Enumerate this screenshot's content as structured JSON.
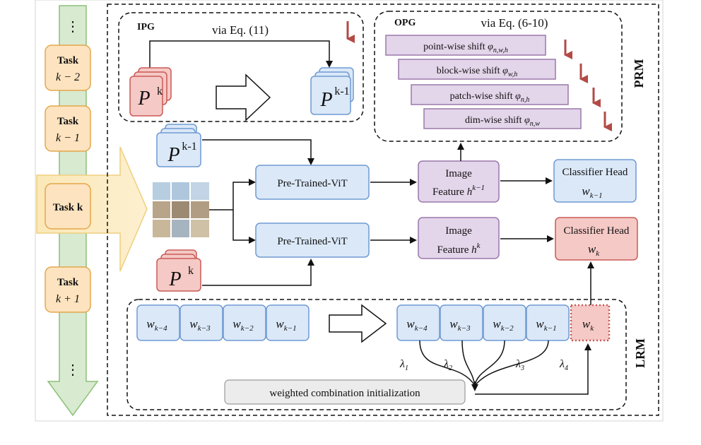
{
  "tasks": {
    "top_ellipsis": "⋮",
    "bottom_ellipsis": "⋮",
    "items": [
      {
        "line1": "Task",
        "line2": "k − 2"
      },
      {
        "line1": "Task",
        "line2": "k − 1"
      },
      {
        "line1": "Task k",
        "line2": ""
      },
      {
        "line1": "Task",
        "line2": "k + 1"
      }
    ]
  },
  "prm": {
    "label": "PRM",
    "ipg": {
      "label": "IPG",
      "via": "via Eq. (11)",
      "prompt_new": "P",
      "prompt_new_sup": "k",
      "prompt_old": "P",
      "prompt_old_sup": "k-1"
    },
    "opg": {
      "label": "OPG",
      "via": "via Eq. (6-10)",
      "shifts": [
        {
          "text": "point-wise shift ",
          "sym": "φ",
          "sub": "n,w,h"
        },
        {
          "text": "block-wise shift ",
          "sym": "φ",
          "sub": "w,h"
        },
        {
          "text": "patch-wise shift ",
          "sym": "φ",
          "sub": "n,h"
        },
        {
          "text": "dim-wise shift ",
          "sym": "φ",
          "sub": "n,w"
        }
      ]
    }
  },
  "middle": {
    "prompt_old": "P",
    "prompt_old_sup": "k-1",
    "prompt_new": "P",
    "prompt_new_sup": "k",
    "vit_top": "Pre-Trained-ViT",
    "vit_bottom": "Pre-Trained-ViT",
    "feat_top": {
      "line1": "Image",
      "line2": "Feature ",
      "sym": "h",
      "sup": "k−1"
    },
    "feat_bottom": {
      "line1": "Image",
      "line2": "Feature ",
      "sym": "h",
      "sup": "k"
    },
    "head_top": {
      "line1": "Classifier Head",
      "sym": "w",
      "sub": "k−1"
    },
    "head_bottom": {
      "line1": "Classifier Head",
      "sym": "w",
      "sub": "k"
    }
  },
  "lrm": {
    "label": "LRM",
    "left_weights": [
      {
        "sym": "w",
        "sub": "k−4"
      },
      {
        "sym": "w",
        "sub": "k−3"
      },
      {
        "sym": "w",
        "sub": "k−2"
      },
      {
        "sym": "w",
        "sub": "k−1"
      }
    ],
    "right_weights": [
      {
        "sym": "w",
        "sub": "k−4"
      },
      {
        "sym": "w",
        "sub": "k−3"
      },
      {
        "sym": "w",
        "sub": "k−2"
      },
      {
        "sym": "w",
        "sub": "k−1"
      }
    ],
    "new_weight": {
      "sym": "w",
      "sub": "k"
    },
    "lambdas": [
      {
        "sym": "λ",
        "sub": "1"
      },
      {
        "sym": "λ",
        "sub": "2"
      },
      {
        "sym": "λ",
        "sub": "3"
      },
      {
        "sym": "λ",
        "sub": "4"
      }
    ],
    "combination_label": "weighted combination initialization"
  },
  "colors": {
    "task_fill": "#fde3bf",
    "task_stroke": "#e3a74d",
    "green_fill": "#d8ead0",
    "green_stroke": "#8cc07a",
    "blue_fill": "#dbe8f8",
    "blue_stroke": "#6f9ad3",
    "red_fill": "#f5c9c6",
    "red_stroke": "#c95a57",
    "purple_fill": "#e3d5ea",
    "purple_stroke": "#9a78aa",
    "arrow_red": "#b34a46"
  }
}
